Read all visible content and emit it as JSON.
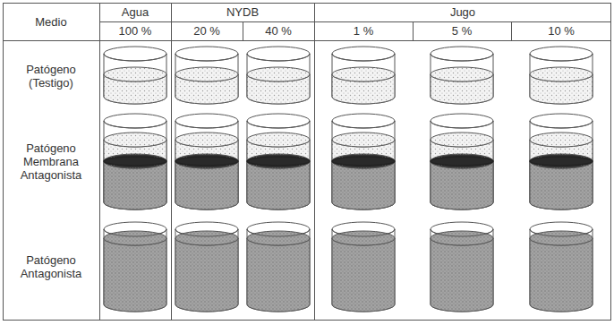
{
  "diagram": {
    "labels": [
      "Medio",
      "Agua",
      "100 %",
      "NYDB",
      "20 %",
      "40 %",
      "Jugo",
      "1 %",
      "5 %",
      "10 %",
      "Patógeno (Testigo)",
      "Patógeno Membrana Antagonista",
      "Patógeno Antagonista"
    ]
  }
}
